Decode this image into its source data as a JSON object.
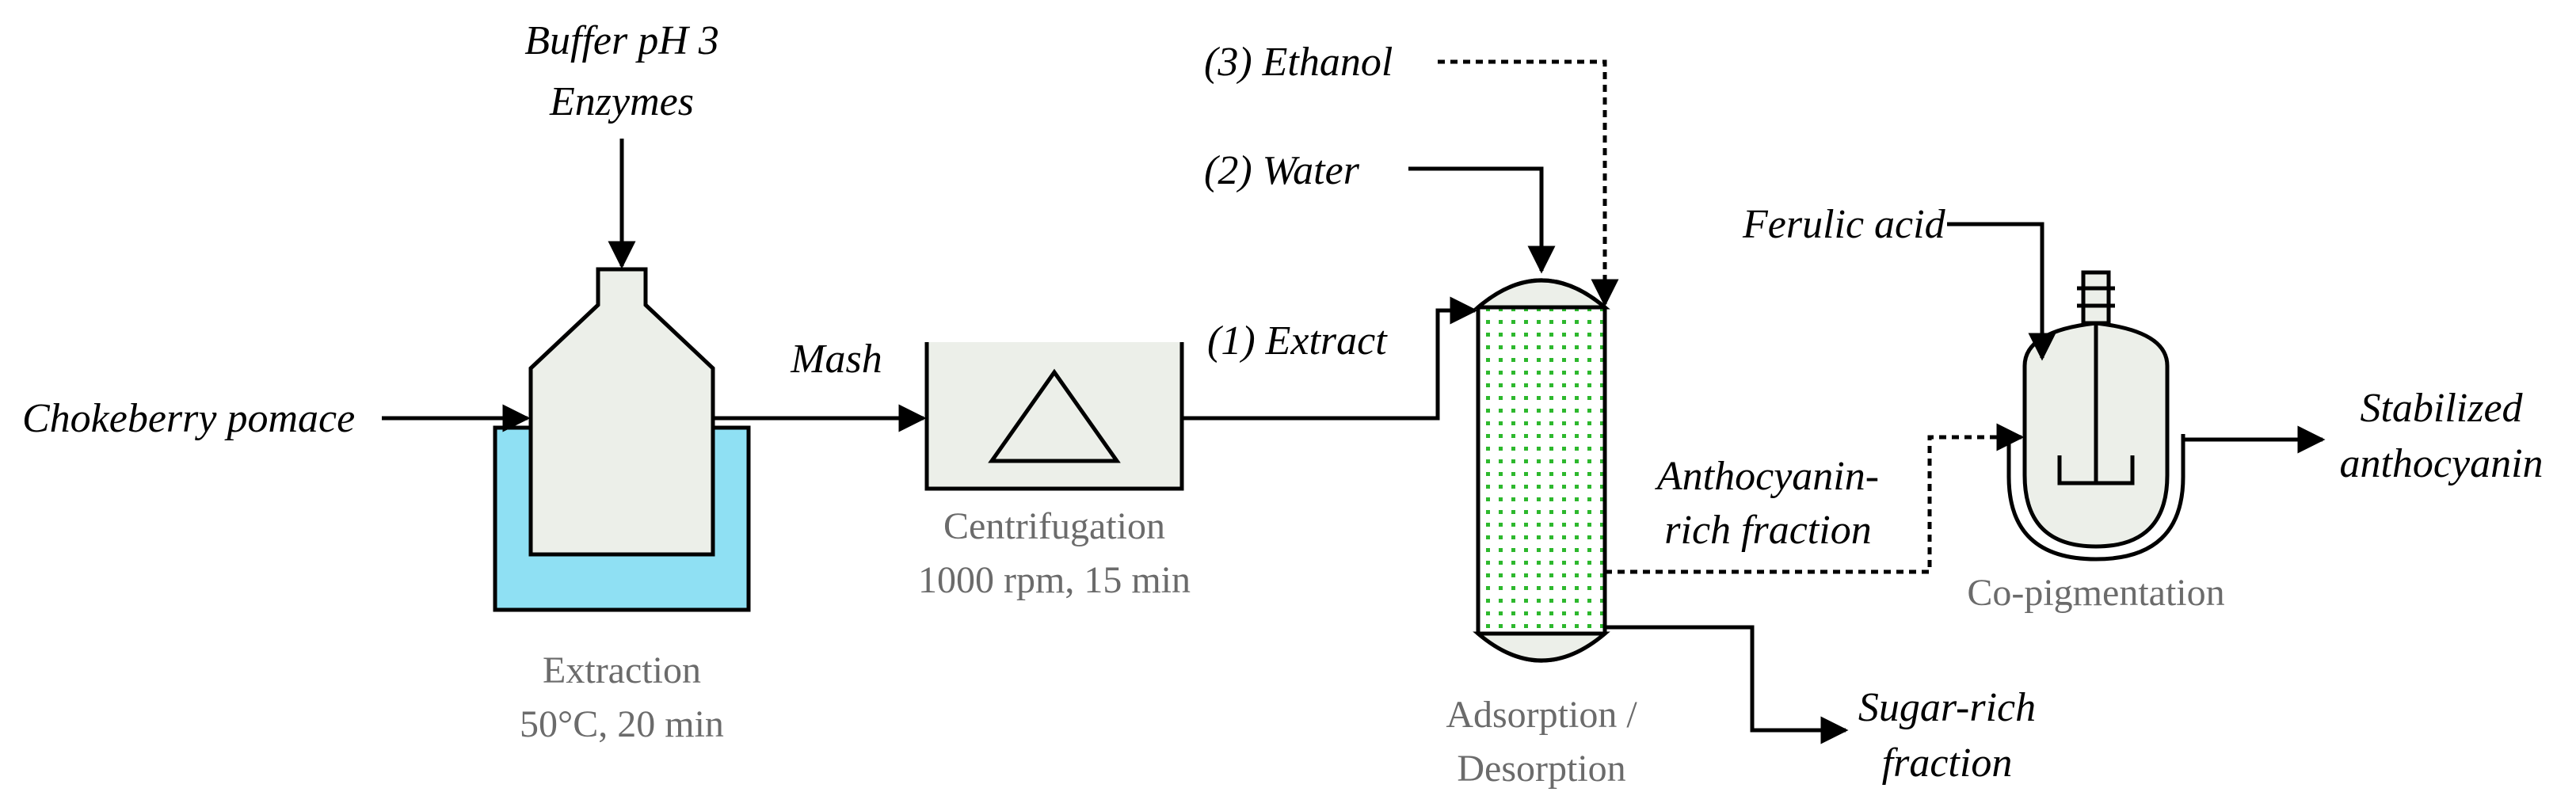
{
  "inputs": {
    "pomace": "Chokeberry pomace",
    "buffer": "Buffer pH 3",
    "enzymes": "Enzymes",
    "ethanol": "(3) Ethanol",
    "water": "(2) Water",
    "ferulic": "Ferulic acid"
  },
  "streams": {
    "mash": "Mash",
    "extract": "(1) Extract",
    "anthocyanin_rich_1": "Anthocyanin-",
    "anthocyanin_rich_2": "rich fraction",
    "sugar_rich_1": "Sugar-rich",
    "sugar_rich_2": "fraction",
    "product_1": "Stabilized",
    "product_2": "anthocyanin"
  },
  "units": {
    "extraction": {
      "name": "Extraction",
      "conditions": "50°C, 20 min"
    },
    "centrifugation": {
      "name": "Centrifugation",
      "conditions": "1000 rpm, 15 min"
    },
    "adsorption": {
      "name_1": "Adsorption /",
      "name_2": "Desorption"
    },
    "copigmentation": {
      "name": "Co-pigmentation"
    }
  },
  "colors": {
    "water_bath": "#8fe0f3",
    "vessel_fill": "#ecefe9",
    "packing_dots": "#2db82d",
    "unit_label": "#6b6b6b"
  }
}
